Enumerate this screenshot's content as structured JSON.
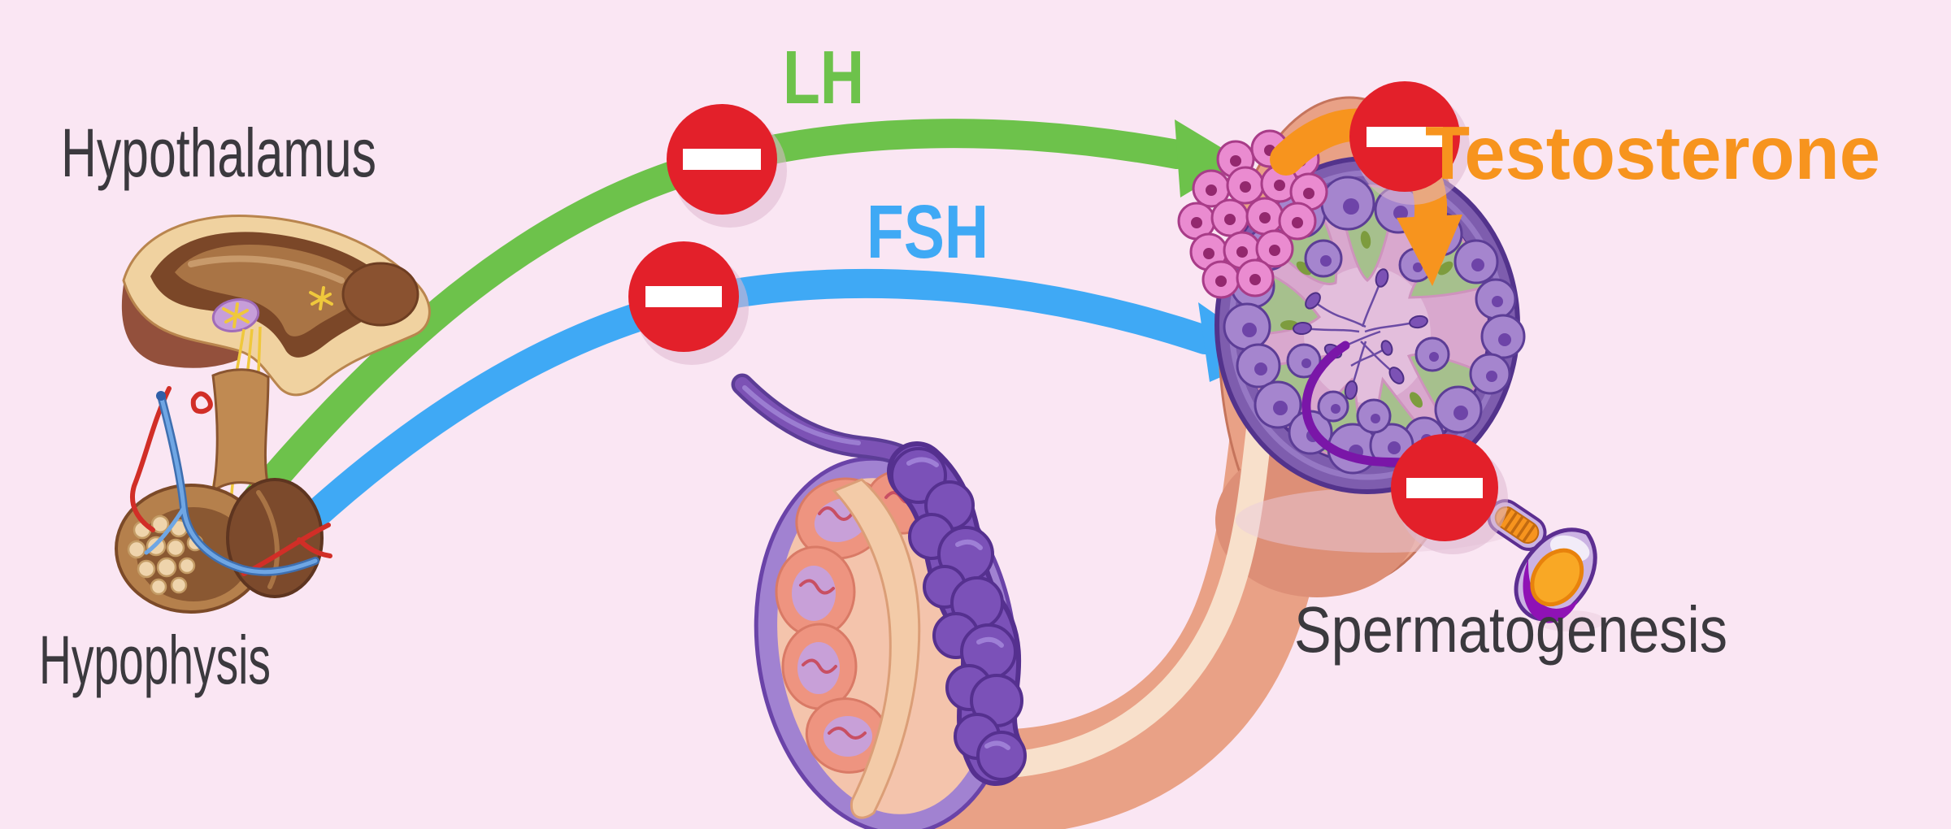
{
  "labels": {
    "hypothalamus": "Hypothalamus",
    "hypophysis": "Hypophysis",
    "lh": "LH",
    "fsh": "FSH",
    "testosterone": "Testosterone",
    "spermatogenesis": "Spermatogenesis"
  },
  "colors": {
    "background": "#FAE6F3",
    "label_text": "#3B393E",
    "lh_green": "#6DC24B",
    "fsh_blue": "#3FA9F5",
    "testosterone_orange": "#F7941E",
    "inhibition_red": "#E3202A",
    "inhibition_bar": "#FFFFFF"
  },
  "icons": {
    "inhibition": "minus-in-red-circle"
  },
  "arrows": [
    {
      "id": "lh",
      "label": "LH",
      "color": "#6DC24B",
      "from": "hypophysis",
      "to": "leydig-cells",
      "has_inhibition_sign": true
    },
    {
      "id": "fsh",
      "label": "FSH",
      "color": "#3FA9F5",
      "from": "hypophysis",
      "to": "seminiferous-tubule",
      "has_inhibition_sign": true
    },
    {
      "id": "testosterone",
      "label": "Testosterone",
      "color": "#F7941E",
      "from": "leydig-cells",
      "to": "seminiferous-tubule",
      "has_inhibition_sign": true
    }
  ],
  "inhibition_signs": [
    {
      "location": "on-lh-arrow"
    },
    {
      "location": "on-fsh-arrow"
    },
    {
      "location": "on-testosterone-arrow"
    },
    {
      "location": "on-sperm-cell"
    }
  ],
  "illustrations": [
    "hypothalamus-pituitary-section",
    "testis-with-epididymis",
    "seminiferous-tubule-cross-section",
    "leydig-cell-cluster",
    "sperm-cell"
  ]
}
